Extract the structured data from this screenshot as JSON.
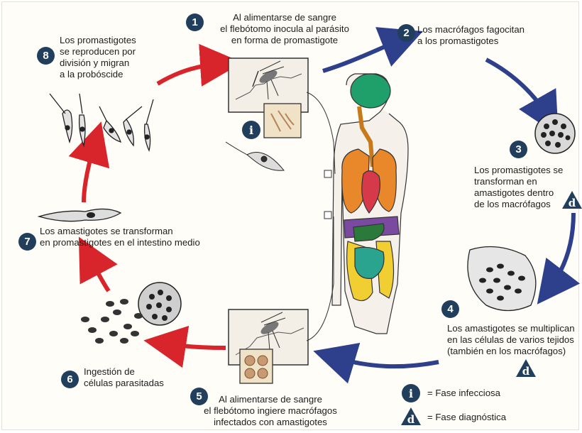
{
  "steps": [
    {
      "n": "1",
      "lines": [
        "Al alimentarse de sangre",
        "el flebótomo inocula al parásito",
        "en forma de promastigote"
      ]
    },
    {
      "n": "2",
      "lines": [
        "Los macrófagos fagocitan",
        "a los promastigotes"
      ]
    },
    {
      "n": "3",
      "lines": [
        "Los promastigotes se",
        "transforman en",
        "amastigotes dentro",
        "de los macrófagos"
      ]
    },
    {
      "n": "4",
      "lines": [
        "Los amastigotes se multiplican",
        "en las células de varios tejidos",
        "(también en los macrófagos)"
      ]
    },
    {
      "n": "5",
      "lines": [
        "Al alimentarse de sangre",
        "el flebótomo ingiere macrófagos",
        "infectados con amastigotes"
      ]
    },
    {
      "n": "6",
      "lines": [
        "Ingestión de",
        "células parasitadas"
      ]
    },
    {
      "n": "7",
      "lines": [
        "Los amastigotes se transforman",
        "en promastigotes en el intestino medio"
      ]
    },
    {
      "n": "8",
      "lines": [
        "Los promastigotes",
        "se reproducen por",
        "división y migran",
        "a la probóscide"
      ]
    }
  ],
  "legend": {
    "infective": {
      "symbol": "i",
      "label": "= Fase infecciosa"
    },
    "diagnostic": {
      "symbol": "d",
      "label": "= Fase diagnóstica"
    }
  },
  "colors": {
    "badge": "#213f5c",
    "human_stage_arrow": "#2e3f8c",
    "vector_stage_arrow": "#d8242b"
  }
}
